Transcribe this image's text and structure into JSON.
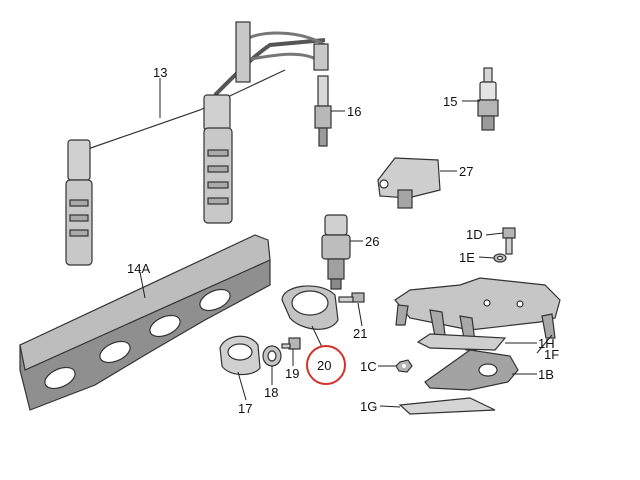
{
  "colors": {
    "part_fill": "#c8c8c8",
    "part_dark": "#8a8a8a",
    "part_light": "#e6e6e6",
    "outline": "#333333",
    "highlight_circle": "#d3322b"
  },
  "labels": {
    "l13": "13",
    "l14a": "14A",
    "l15": "15",
    "l16": "16",
    "l17": "17",
    "l18": "18",
    "l19": "19",
    "l20": "20",
    "l21": "21",
    "l26": "26",
    "l27": "27",
    "l1b": "1B",
    "l1c": "1C",
    "l1d": "1D",
    "l1e": "1E",
    "l1f": "1F",
    "l1g": "1G",
    "l1h": "1H"
  }
}
